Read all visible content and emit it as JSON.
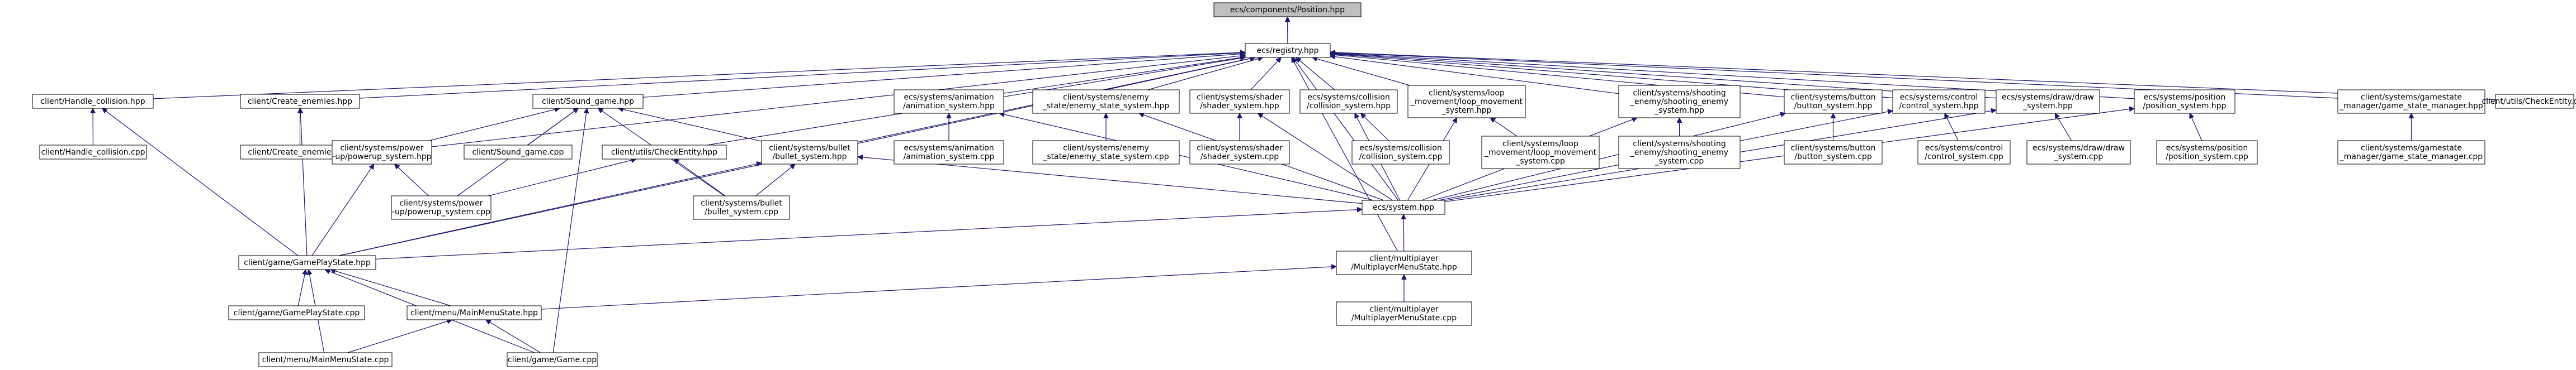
{
  "graph": {
    "nodes": [
      {
        "id": "position_hpp",
        "lines": [
          "ecs/components/Position.hpp"
        ],
        "root": true
      },
      {
        "id": "registry_hpp",
        "lines": [
          "ecs/registry.hpp"
        ]
      },
      {
        "id": "handle_collision_hpp",
        "lines": [
          "client/Handle_collision.hpp"
        ]
      },
      {
        "id": "create_enemies_hpp",
        "lines": [
          "client/Create_enemies.hpp"
        ]
      },
      {
        "id": "sound_game_hpp",
        "lines": [
          "client/Sound_game.hpp"
        ]
      },
      {
        "id": "animation_system_hpp",
        "lines": [
          "ecs/systems/animation",
          "/animation_system.hpp"
        ]
      },
      {
        "id": "enemy_state_system_hpp",
        "lines": [
          "client/systems/enemy",
          "_state/enemy_state_system.hpp"
        ]
      },
      {
        "id": "shader_system_hpp",
        "lines": [
          "client/systems/shader",
          "/shader_system.hpp"
        ]
      },
      {
        "id": "collision_system_hpp",
        "lines": [
          "ecs/systems/collision",
          "/collision_system.hpp"
        ]
      },
      {
        "id": "loop_movement_system_hpp",
        "lines": [
          "client/systems/loop",
          "_movement/loop_movement",
          "_system.hpp"
        ]
      },
      {
        "id": "shooting_enemy_system_hpp",
        "lines": [
          "client/systems/shooting",
          "_enemy/shooting_enemy",
          "_system.hpp"
        ]
      },
      {
        "id": "button_system_hpp",
        "lines": [
          "client/systems/button",
          "/button_system.hpp"
        ]
      },
      {
        "id": "control_system_hpp",
        "lines": [
          "ecs/systems/control",
          "/control_system.hpp"
        ]
      },
      {
        "id": "draw_system_hpp",
        "lines": [
          "ecs/systems/draw/draw",
          "_system.hpp"
        ]
      },
      {
        "id": "position_system_hpp",
        "lines": [
          "ecs/systems/position",
          "/position_system.hpp"
        ]
      },
      {
        "id": "game_state_manager_hpp",
        "lines": [
          "client/systems/gamestate",
          "_manager/game_state_manager.hpp"
        ]
      },
      {
        "id": "check_entity_cpp",
        "lines": [
          "client/utils/CheckEntity.cpp"
        ]
      },
      {
        "id": "handle_collision_cpp",
        "lines": [
          "client/Handle_collision.cpp"
        ]
      },
      {
        "id": "create_enemies_cpp",
        "lines": [
          "client/Create_enemies.cpp"
        ]
      },
      {
        "id": "powerup_system_hpp",
        "lines": [
          "client/systems/power",
          "-up/powerup_system.hpp"
        ]
      },
      {
        "id": "sound_game_cpp",
        "lines": [
          "client/Sound_game.cpp"
        ]
      },
      {
        "id": "check_entity_hpp",
        "lines": [
          "client/utils/CheckEntity.hpp"
        ]
      },
      {
        "id": "bullet_system_hpp",
        "lines": [
          "client/systems/bullet",
          "/bullet_system.hpp"
        ]
      },
      {
        "id": "animation_system_cpp",
        "lines": [
          "ecs/systems/animation",
          "/animation_system.cpp"
        ]
      },
      {
        "id": "enemy_state_system_cpp",
        "lines": [
          "client/systems/enemy",
          "_state/enemy_state_system.cpp"
        ]
      },
      {
        "id": "shader_system_cpp",
        "lines": [
          "client/systems/shader",
          "/shader_system.cpp"
        ]
      },
      {
        "id": "collision_system_cpp",
        "lines": [
          "ecs/systems/collision",
          "/collision_system.cpp"
        ]
      },
      {
        "id": "loop_movement_system_cpp",
        "lines": [
          "client/systems/loop",
          "_movement/loop_movement",
          "_system.cpp"
        ]
      },
      {
        "id": "shooting_enemy_system_cpp",
        "lines": [
          "client/systems/shooting",
          "_enemy/shooting_enemy",
          "_system.cpp"
        ]
      },
      {
        "id": "button_system_cpp",
        "lines": [
          "client/systems/button",
          "/button_system.cpp"
        ]
      },
      {
        "id": "control_system_cpp",
        "lines": [
          "ecs/systems/control",
          "/control_system.cpp"
        ]
      },
      {
        "id": "draw_system_cpp",
        "lines": [
          "ecs/systems/draw/draw",
          "_system.cpp"
        ]
      },
      {
        "id": "position_system_cpp",
        "lines": [
          "ecs/systems/position",
          "/position_system.cpp"
        ]
      },
      {
        "id": "game_state_manager_cpp",
        "lines": [
          "client/systems/gamestate",
          "_manager/game_state_manager.cpp"
        ]
      },
      {
        "id": "powerup_system_cpp",
        "lines": [
          "client/systems/power",
          "-up/powerup_system.cpp"
        ]
      },
      {
        "id": "bullet_system_cpp",
        "lines": [
          "client/systems/bullet",
          "/bullet_system.cpp"
        ]
      },
      {
        "id": "system_hpp",
        "lines": [
          "ecs/system.hpp"
        ]
      },
      {
        "id": "gameplay_state_hpp",
        "lines": [
          "client/game/GamePlayState.hpp"
        ]
      },
      {
        "id": "multiplayer_menu_state_hpp",
        "lines": [
          "client/multiplayer",
          "/MultiplayerMenuState.hpp"
        ]
      },
      {
        "id": "gameplay_state_cpp",
        "lines": [
          "client/game/GamePlayState.cpp"
        ]
      },
      {
        "id": "main_menu_state_hpp",
        "lines": [
          "client/menu/MainMenuState.hpp"
        ]
      },
      {
        "id": "multiplayer_menu_state_cpp",
        "lines": [
          "client/multiplayer",
          "/MultiplayerMenuState.cpp"
        ]
      },
      {
        "id": "main_menu_state_cpp",
        "lines": [
          "client/menu/MainMenuState.cpp"
        ]
      },
      {
        "id": "game_cpp",
        "lines": [
          "client/game/Game.cpp"
        ]
      }
    ],
    "edges": [
      [
        "position_hpp",
        "registry_hpp"
      ],
      [
        "registry_hpp",
        "handle_collision_hpp"
      ],
      [
        "registry_hpp",
        "create_enemies_hpp"
      ],
      [
        "registry_hpp",
        "sound_game_hpp"
      ],
      [
        "registry_hpp",
        "animation_system_hpp"
      ],
      [
        "registry_hpp",
        "enemy_state_system_hpp"
      ],
      [
        "registry_hpp",
        "shader_system_hpp"
      ],
      [
        "registry_hpp",
        "collision_system_hpp"
      ],
      [
        "registry_hpp",
        "loop_movement_system_hpp"
      ],
      [
        "registry_hpp",
        "shooting_enemy_system_hpp"
      ],
      [
        "registry_hpp",
        "button_system_hpp"
      ],
      [
        "registry_hpp",
        "control_system_hpp"
      ],
      [
        "registry_hpp",
        "draw_system_hpp"
      ],
      [
        "registry_hpp",
        "position_system_hpp"
      ],
      [
        "registry_hpp",
        "game_state_manager_hpp"
      ],
      [
        "registry_hpp",
        "check_entity_cpp"
      ],
      [
        "registry_hpp",
        "powerup_system_hpp"
      ],
      [
        "registry_hpp",
        "check_entity_hpp"
      ],
      [
        "registry_hpp",
        "bullet_system_hpp"
      ],
      [
        "registry_hpp",
        "system_hpp"
      ],
      [
        "registry_hpp",
        "gameplay_state_hpp"
      ],
      [
        "registry_hpp",
        "multiplayer_menu_state_hpp"
      ],
      [
        "handle_collision_hpp",
        "handle_collision_cpp"
      ],
      [
        "handle_collision_hpp",
        "gameplay_state_hpp"
      ],
      [
        "create_enemies_hpp",
        "create_enemies_cpp"
      ],
      [
        "create_enemies_hpp",
        "gameplay_state_hpp"
      ],
      [
        "sound_game_hpp",
        "powerup_system_hpp"
      ],
      [
        "sound_game_hpp",
        "sound_game_cpp"
      ],
      [
        "sound_game_hpp",
        "bullet_system_hpp"
      ],
      [
        "sound_game_hpp",
        "powerup_system_cpp"
      ],
      [
        "sound_game_hpp",
        "bullet_system_cpp"
      ],
      [
        "sound_game_hpp",
        "game_cpp"
      ],
      [
        "animation_system_hpp",
        "animation_system_cpp"
      ],
      [
        "animation_system_hpp",
        "system_hpp"
      ],
      [
        "enemy_state_system_hpp",
        "enemy_state_system_cpp"
      ],
      [
        "enemy_state_system_hpp",
        "system_hpp"
      ],
      [
        "shader_system_hpp",
        "shader_system_cpp"
      ],
      [
        "shader_system_hpp",
        "system_hpp"
      ],
      [
        "collision_system_hpp",
        "collision_system_cpp"
      ],
      [
        "collision_system_hpp",
        "system_hpp"
      ],
      [
        "loop_movement_system_hpp",
        "loop_movement_system_cpp"
      ],
      [
        "loop_movement_system_hpp",
        "system_hpp"
      ],
      [
        "shooting_enemy_system_hpp",
        "shooting_enemy_system_cpp"
      ],
      [
        "shooting_enemy_system_hpp",
        "system_hpp"
      ],
      [
        "button_system_hpp",
        "button_system_cpp"
      ],
      [
        "button_system_hpp",
        "system_hpp"
      ],
      [
        "control_system_hpp",
        "control_system_cpp"
      ],
      [
        "control_system_hpp",
        "system_hpp"
      ],
      [
        "draw_system_hpp",
        "draw_system_cpp"
      ],
      [
        "draw_system_hpp",
        "system_hpp"
      ],
      [
        "position_system_hpp",
        "position_system_cpp"
      ],
      [
        "position_system_hpp",
        "system_hpp"
      ],
      [
        "game_state_manager_hpp",
        "game_state_manager_cpp"
      ],
      [
        "powerup_system_hpp",
        "powerup_system_cpp"
      ],
      [
        "powerup_system_hpp",
        "gameplay_state_hpp"
      ],
      [
        "check_entity_hpp",
        "powerup_system_cpp"
      ],
      [
        "check_entity_hpp",
        "bullet_system_cpp"
      ],
      [
        "bullet_system_hpp",
        "bullet_system_cpp"
      ],
      [
        "bullet_system_hpp",
        "gameplay_state_hpp"
      ],
      [
        "bullet_system_hpp",
        "system_hpp"
      ],
      [
        "system_hpp",
        "gameplay_state_hpp"
      ],
      [
        "system_hpp",
        "multiplayer_menu_state_hpp"
      ],
      [
        "gameplay_state_hpp",
        "gameplay_state_cpp"
      ],
      [
        "gameplay_state_hpp",
        "main_menu_state_hpp"
      ],
      [
        "gameplay_state_hpp",
        "main_menu_state_cpp"
      ],
      [
        "gameplay_state_hpp",
        "game_cpp"
      ],
      [
        "multiplayer_menu_state_hpp",
        "multiplayer_menu_state_cpp"
      ],
      [
        "multiplayer_menu_state_hpp",
        "main_menu_state_hpp"
      ],
      [
        "main_menu_state_hpp",
        "main_menu_state_cpp"
      ],
      [
        "main_menu_state_hpp",
        "game_cpp"
      ]
    ]
  }
}
